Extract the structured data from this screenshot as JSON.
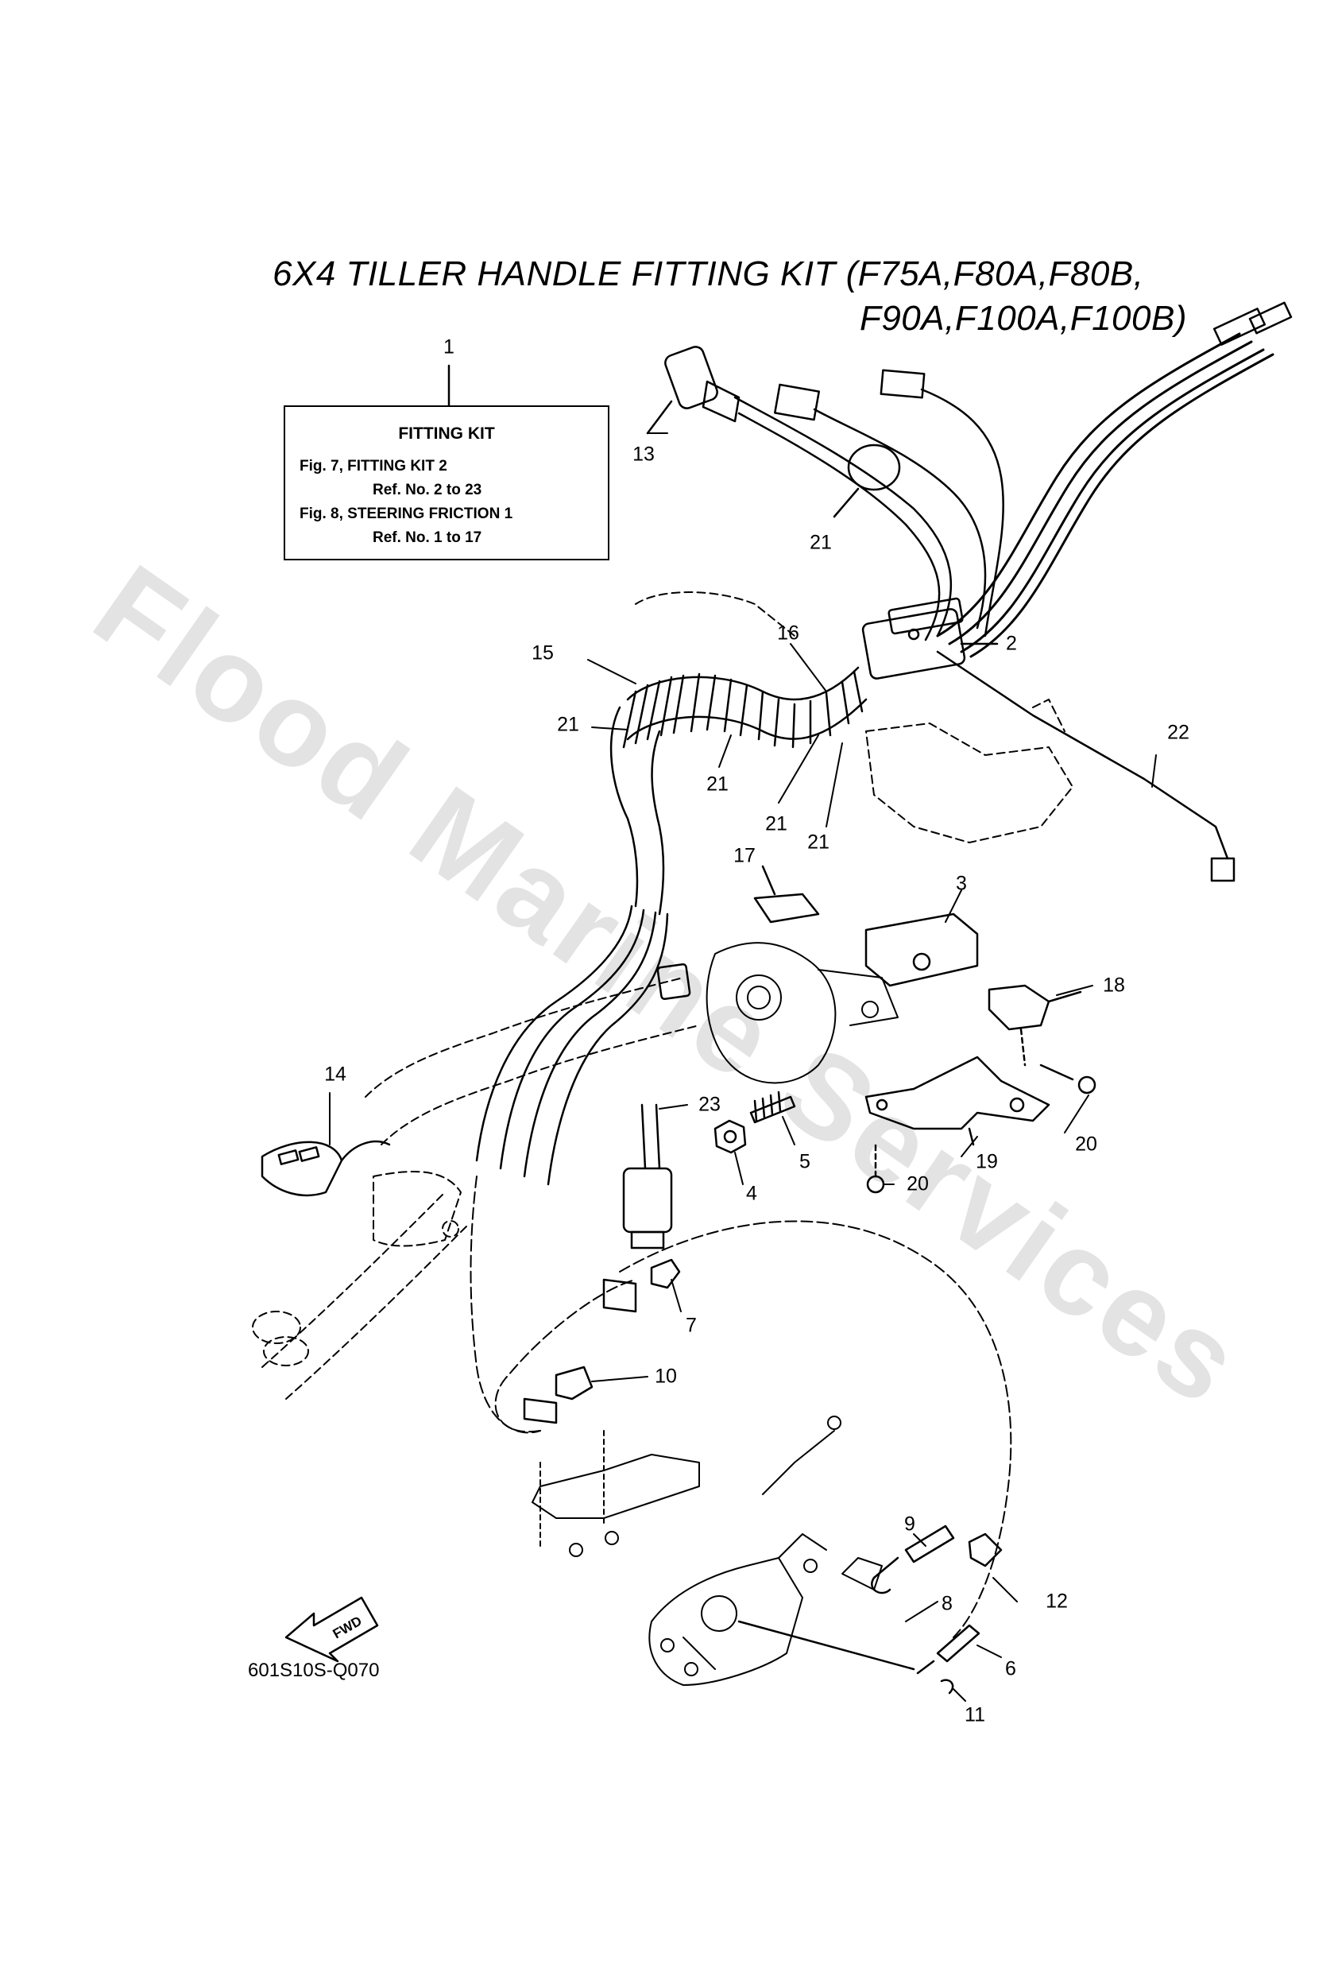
{
  "title": {
    "line1": "6X4 TILLER HANDLE FITTING KIT (F75A,F80A,F80B,",
    "line2": "F90A,F100A,F100B)"
  },
  "fitting_kit_box": {
    "heading": "FITTING KIT",
    "lines": [
      "Fig. 7, FITTING KIT 2",
      "Ref. No. 2 to 23",
      "Fig. 8, STEERING FRICTION 1",
      "Ref. No. 1 to 17"
    ]
  },
  "callouts": {
    "c1": "1",
    "c2": "2",
    "c3": "3",
    "c4": "4",
    "c5": "5",
    "c6": "6",
    "c7": "7",
    "c8": "8",
    "c9": "9",
    "c10": "10",
    "c11": "11",
    "c12": "12",
    "c13": "13",
    "c14": "14",
    "c15": "15",
    "c16": "16",
    "c17": "17",
    "c18": "18",
    "c19": "19",
    "c20a": "20",
    "c20b": "20",
    "c21a": "21",
    "c21b": "21",
    "c21c": "21",
    "c21d": "21",
    "c21e": "21",
    "c22": "22",
    "c23": "23"
  },
  "fwd_label": "FWD",
  "diagram_code": "601S10S-Q070",
  "watermark": "Flood Marine Services",
  "colors": {
    "line": "#000000",
    "watermark": "#c8c8c8"
  }
}
